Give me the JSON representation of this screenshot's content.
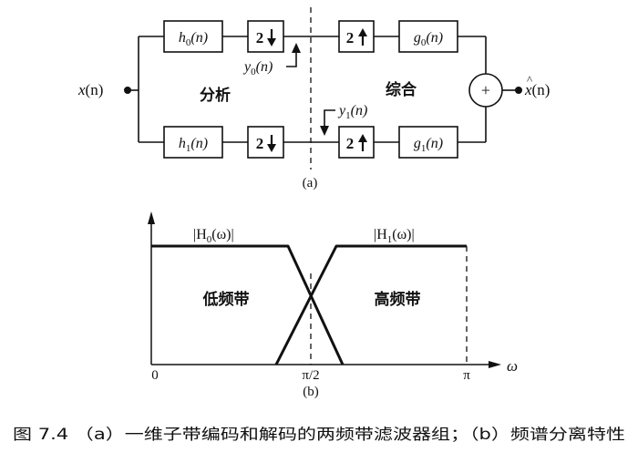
{
  "diagram": {
    "input_label_var": "x",
    "input_label_arg": "(n)",
    "output_label_var": "x",
    "output_label_arg": "(n)",
    "analysis_label": "分析",
    "synthesis_label": "综合",
    "filters": {
      "h0": {
        "name": "h",
        "sub": "0",
        "arg": "(n)"
      },
      "h1": {
        "name": "h",
        "sub": "1",
        "arg": "(n)"
      },
      "g0": {
        "name": "g",
        "sub": "0",
        "arg": "(n)"
      },
      "g1": {
        "name": "g",
        "sub": "1",
        "arg": "(n)"
      }
    },
    "downsample_label": "2",
    "upsample_label": "2",
    "signal_y0": {
      "name": "y",
      "sub": "0",
      "arg": "(n)"
    },
    "signal_y1": {
      "name": "y",
      "sub": "1",
      "arg": "(n)"
    },
    "adder_symbol": "+",
    "caption_a": "(a)"
  },
  "spectrum": {
    "h0_label": {
      "pre": "|H",
      "sub": "0",
      "post": "(ω)|"
    },
    "h1_label": {
      "pre": "|H",
      "sub": "1",
      "post": "(ω)|"
    },
    "low_band": "低频带",
    "high_band": "高频带",
    "x_axis_symbol": "ω",
    "x_ticks": [
      "0",
      "π/2",
      "π"
    ],
    "caption_b": "(b)"
  },
  "figure_caption": "图 7.4 （a）一维子带编码和解码的两频带滤波器组；（b）频谱分离特性"
}
